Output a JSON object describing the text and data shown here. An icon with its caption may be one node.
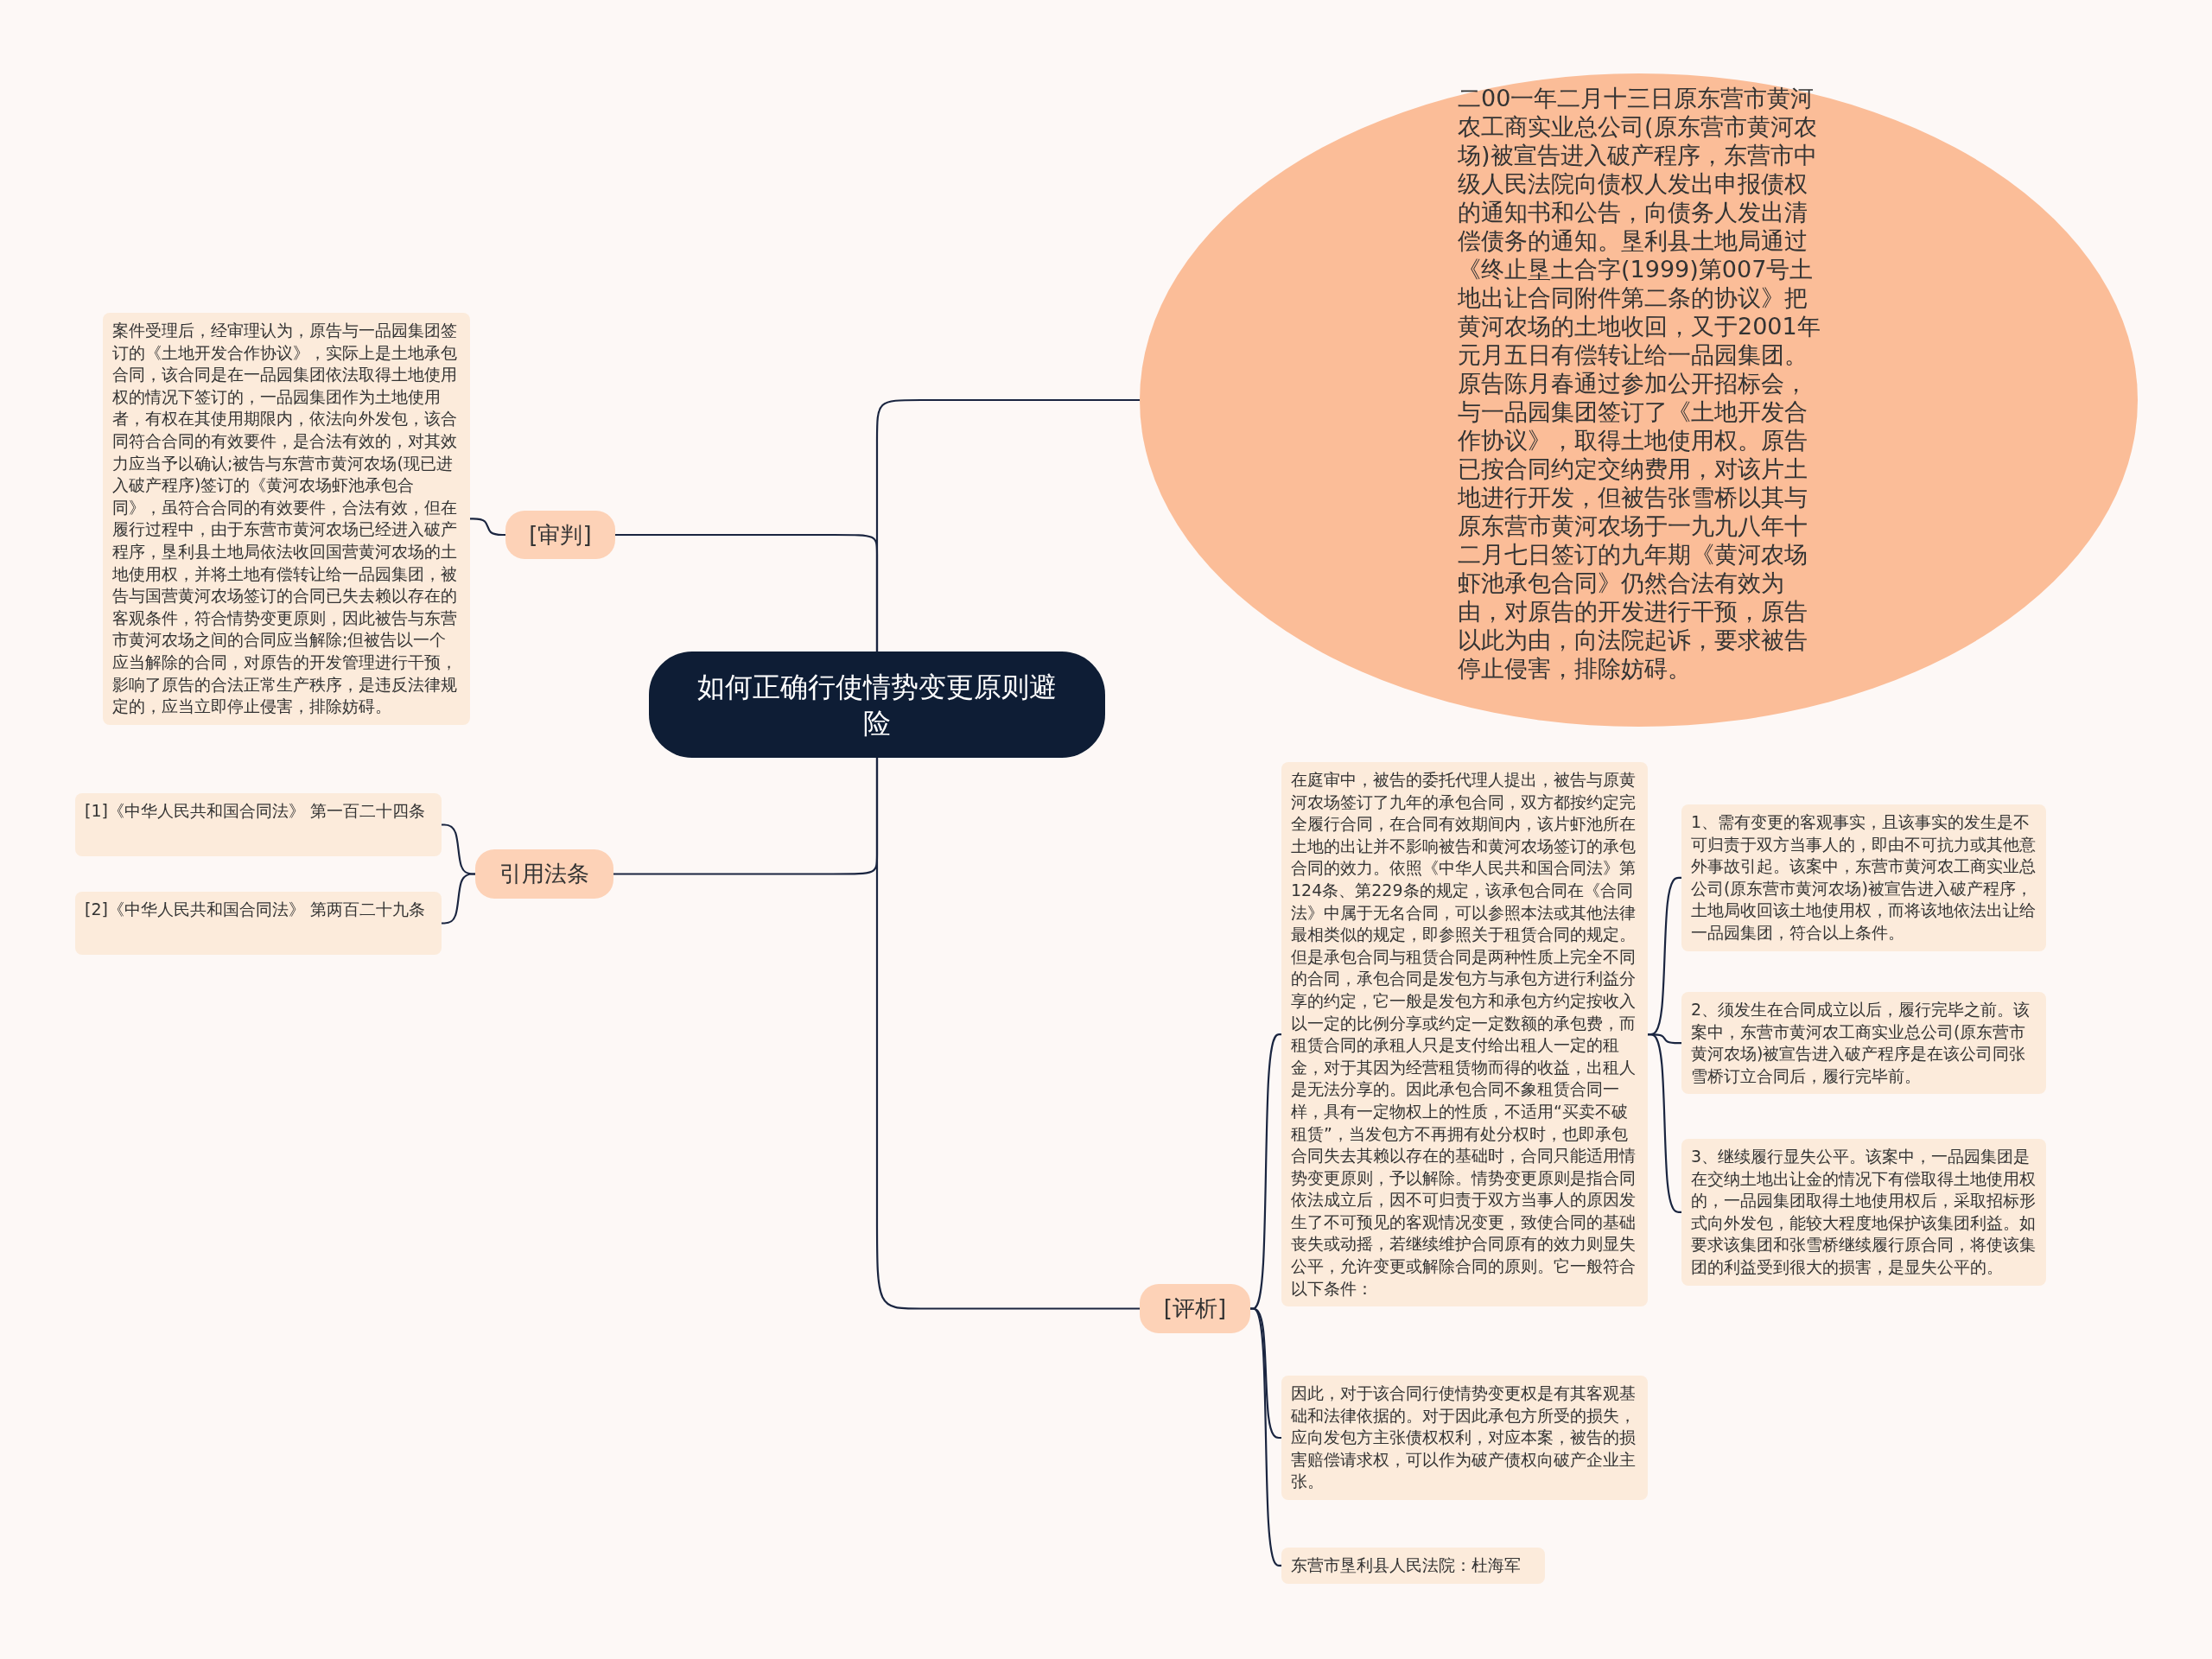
{
  "diagram": {
    "nodes": [
      {
        "text": [
          "如何正确行使情势变更原则避险"
        ]
      },
      {
        "text": [
          "二00一年二月十三日原东营市黄河农工商实业总公司(原东营市黄河农场)被宣告进入破产程序，东营市中级人民法院向债权人发出申报债权的通知书和公告，向债务人发出清偿债务的通知。垦利县土地局通过《终止垦土合字(1999)第007号土地出让合同附件第二条的协议》把黄河农场的土地收回，又于2001年元月五日有偿转让给一品园集团。原告陈月春通过参加公开招标会，与一品园集团签订了《土地开发合作协议》，取得土地使用权。原告已按合同约定交纳费用，对该片土地进行开发，但被告张雪桥以其与原东营市黄河农场于一九九八年十二月七日签订的九年期《黄河农场虾池承包合同》仍然合法有效为由，对原告的开发进行干预，原告以此为由，向法院起诉，要求被告停止侵害，排除妨碍。"
        ]
      },
      {
        "text": [
          "[审判]"
        ]
      },
      {
        "text": [
          "案件受理后，经审理认为，原告与一品园集团签订的《土地开发合作协议》，实际上是土地承包合同，该合同是在一品园集团依法取得土地使用权的情况下签订的，一品园集团作为土地使用者，有权在其使用期限内，依法向外发包，该合同符合合同的有效要件，是合法有效的，对其效力应当予以确认;被告与东营市黄河农场(现已进入破产程序)签订的《黄河农场虾池承包合同》，虽符合合同的有效要件，合法有效，但在履行过程中，由于东营市黄河农场已经进入破产程序，垦利县土地局依法收回国营黄河农场的土地使用权，并将土地有偿转让给一品园集团，被告与国营黄河农场签订的合同已失去赖以存在的客观条件，符合情势变更原则，因此被告与东营市黄河农场之间的合同应当解除;但被告以一个应当解除的合同，对原告的开发管理进行干预，影响了原告的合法正常生产秩序，是违反法律规定的，应当立即停止侵害，排除妨碍。"
        ]
      },
      {
        "text": [
          "引用法条"
        ]
      },
      {
        "text": [
          "[1]《中华人民共和国合同法》 第一百二十四条"
        ]
      },
      {
        "text": [
          "[2]《中华人民共和国合同法》 第两百二十九条"
        ]
      },
      {
        "text": [
          "[评析]"
        ]
      },
      {
        "text": [
          "在庭审中，被告的委托代理人提出，被告与原黄河农场签订了九年的承包合同，双方都按约定完全履行合同，在合同有效期间内，该片虾池所在土地的出让并不影响被告和黄河农场签订的承包合同的效力。依照《中华人民共和国合同法》第124条、第229条的规定，该承包合同在《合同法》中属于无名合同，可以参照本法或其他法律最相类似的规定，即参照关于租赁合同的规定。但是承包合同与租赁合同是两种性质上完全不同的合同，承包合同是发包方与承包方进行利益分享的约定，它一般是发包方和承包方约定按收入以一定的比例分享或约定一定数额的承包费，而租赁合同的承租人只是支付给出租人一定的租金，对于其因为经营租赁物而得的收益，出租人是无法分享的。因此承包合同不象租赁合同一样，具有一定物权上的性质，不适用“买卖不破租赁”，当发包方不再拥有处分权时，也即承包合同失去其赖以存在的基础时，合同只能适用情势变更原则，予以解除。情势变更原则是指合同依法成立后，因不可归责于双方当事人的原因发生了不可预见的客观情况变更，致使合同的基础丧失或动摇，若继续维护合同原有的效力则显失公平，允许变更或解除合同的原则。它一般符合以下条件："
        ]
      },
      {
        "text": [
          "1、需有变更的客观事实，且该事实的发生是不可归责于双方当事人的，即由不可抗力或其他意外事故引起。该案中，东营市黄河农工商实业总公司(原东营市黄河农场)被宣告进入破产程序，土地局收回该土地使用权，而将该地依法出让给一品园集团，符合以上条件。"
        ]
      },
      {
        "text": [
          "2、须发生在合同成立以后，履行完毕之前。该案中，东营市黄河农工商实业总公司(原东营市黄河农场)被宣告进入破产程序是在该公司同张雪桥订立合同后，履行完毕前。"
        ]
      },
      {
        "text": [
          "3、继续履行显失公平。该案中，一品园集团是在交纳土地出让金的情况下有偿取得土地使用权的，一品园集团取得土地使用权后，采取招标形式向外发包，能较大程度地保护该集团利益。如要求该集团和张雪桥继续履行原合同，将使该集团的利益受到很大的损害，是显失公平的。"
        ]
      },
      {
        "text": [
          "因此，对于该合同行使情势变更权是有其客观基础和法律依据的。对于因此承包方所受的损失，应向发包方主张债权权利，对应本案，被告的损害赔偿请求权，可以作为破产债权向破产企业主张。"
        ]
      },
      {
        "text": [
          "东营市垦利县人民法院：杜海军"
        ]
      }
    ],
    "edges": [
      {
        "from": 0,
        "to": 1,
        "arrow": "none"
      },
      {
        "from": 0,
        "to": 2,
        "arrow": "none"
      },
      {
        "from": 2,
        "to": 3,
        "arrow": "none"
      },
      {
        "from": 0,
        "to": 4,
        "arrow": "none"
      },
      {
        "from": 4,
        "to": 5,
        "arrow": "none"
      },
      {
        "from": 4,
        "to": 6,
        "arrow": "none"
      },
      {
        "from": 0,
        "to": 7,
        "arrow": "none"
      },
      {
        "from": 7,
        "to": 8,
        "arrow": "none"
      },
      {
        "from": 8,
        "to": 9,
        "arrow": "none"
      },
      {
        "from": 8,
        "to": 10,
        "arrow": "none"
      },
      {
        "from": 8,
        "to": 11,
        "arrow": "none"
      },
      {
        "from": 7,
        "to": 12,
        "arrow": "none"
      },
      {
        "from": 7,
        "to": 13,
        "arrow": "none"
      }
    ]
  }
}
